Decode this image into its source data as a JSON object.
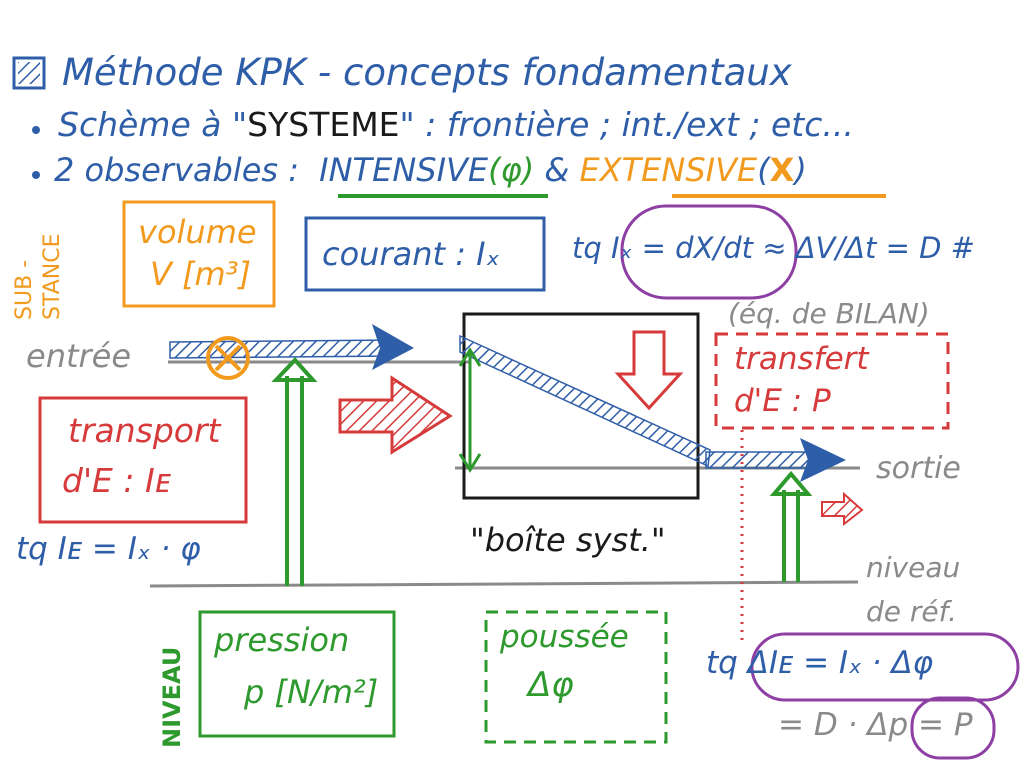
{
  "header": {
    "line1": "Méthode KPK - concepts fondamentaux",
    "line2_prefix": "Schème à \"",
    "line2_system": "SYSTEME",
    "line2_suffix": "\" : frontière ; int./ext ; etc...",
    "line3_prefix": "2 observables :",
    "line3_intensive": "INTENSIVE",
    "line3_phi": "(φ)",
    "line3_and": "&",
    "line3_extensive": "EXTENSIVE",
    "line3_x": "X",
    "line3_paren_open": "(",
    "line3_paren_close": ")"
  },
  "substance": {
    "side_label_top": "SUB -",
    "side_label_bottom": "STANCE",
    "volume_title": "volume",
    "volume_unit": "V [m³]",
    "courant": "courant : Iₓ",
    "formula": "tq  Iₓ = dX/dt ≈ ΔV/Δt = D #",
    "bilan": "(éq. de BILAN)"
  },
  "flow": {
    "entree": "entrée",
    "sortie": "sortie",
    "box_label": "\"boîte syst.\"",
    "niveau_ref_1": "niveau",
    "niveau_ref_2": "de réf."
  },
  "energy": {
    "transport_1": "transport",
    "transport_2": "d'E : Iᴇ",
    "transport_formula": "tq Iᴇ = Iₓ · φ",
    "transfert_1": "transfert",
    "transfert_2": "d'E :  P"
  },
  "niveau": {
    "side_label": "NIVEAU",
    "pression_title": "pression",
    "pression_unit": "p [N/m²]",
    "poussee_title": "poussée",
    "poussee_symbol": "Δφ",
    "formula_1": "tq  ΔIᴇ = Iₓ · Δφ",
    "formula_2": "= D · Δp = P"
  },
  "colors": {
    "blue": "#2f5ea8",
    "green": "#2e9a2e",
    "orange": "#f29a1e",
    "red": "#d63a3a",
    "grey": "#8a8a8a",
    "purple": "#8e3fa3"
  }
}
